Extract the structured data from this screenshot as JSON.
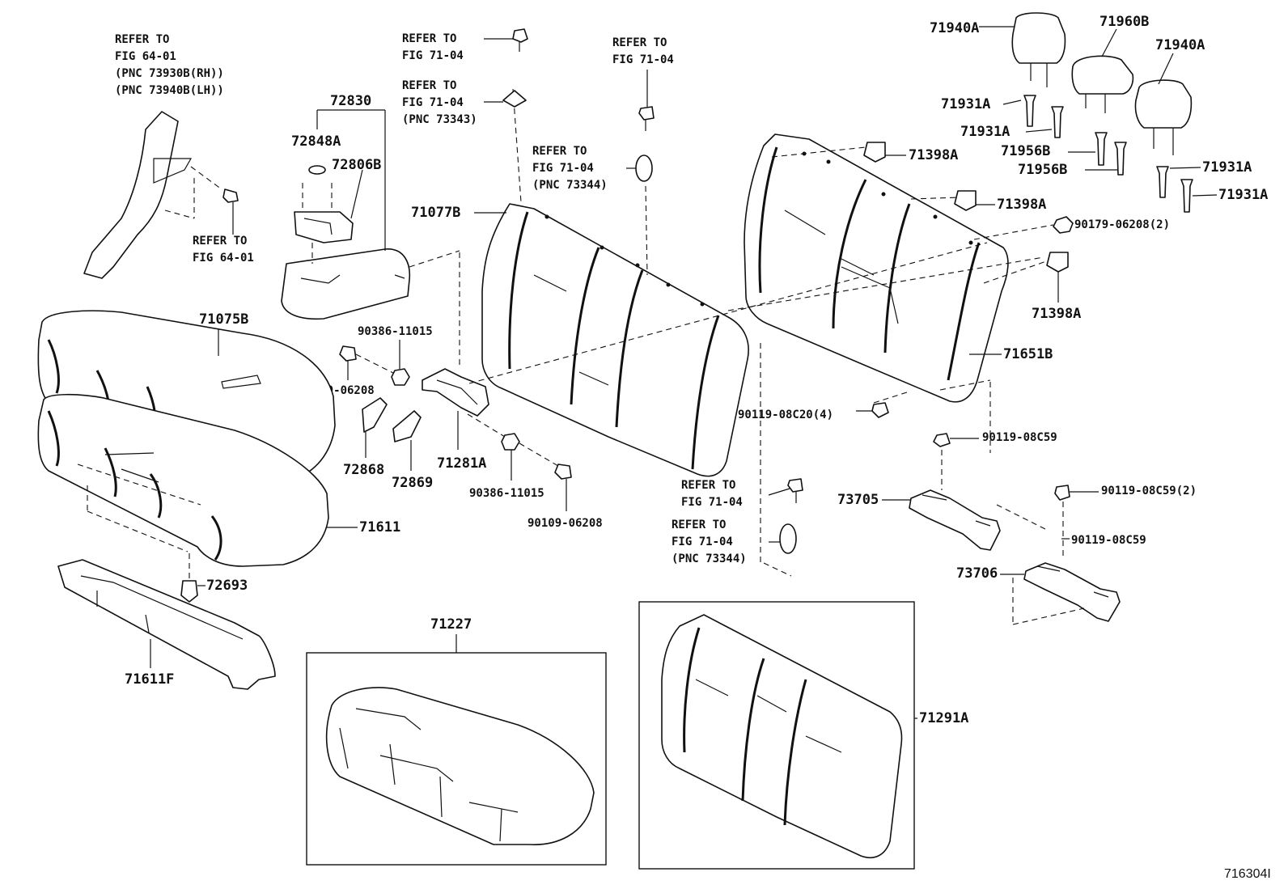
{
  "labels": {
    "p71940A_left": "71940A",
    "p71960B": "71960B",
    "p71940A_right": "71940A",
    "p71931A_a": "71931A",
    "p71931A_b": "71931A",
    "p71956B_a": "71956B",
    "p71956B_b": "71956B",
    "p71931A_c": "71931A",
    "p71931A_d": "71931A",
    "p71398A_a": "71398A",
    "p71398A_b": "71398A",
    "p90179": "90179-06208(2)",
    "p71398A_c": "71398A",
    "p71651B": "71651B",
    "p90119_c20": "90119-08C20(4)",
    "p90119_c59_a": "90119-08C59",
    "p73705": "73705",
    "p90119_c59_2": "90119-08C59(2)",
    "p90119_c59_b": "90119-08C59",
    "p73706": "73706",
    "p72830": "72830",
    "p72848A": "72848A",
    "p72806B": "72806B",
    "p71077B": "71077B",
    "p71075B": "71075B",
    "p90386_a": "90386-11015",
    "p90109_a": "90109-06208",
    "p72868": "72868",
    "p72869": "72869",
    "p71281A": "71281A",
    "p90386_b": "90386-11015",
    "p90109_b": "90109-06208",
    "p71611": "71611",
    "p72693": "72693",
    "p71611F": "71611F",
    "p71227": "71227",
    "p71291A": "71291A"
  },
  "refs": {
    "r_top_left": [
      "REFER TO",
      "FIG 64-01",
      "(PNC 73930B(RH))",
      "(PNC 73940B(LH))"
    ],
    "r_left_mid": [
      "REFER TO",
      "FIG 64-01"
    ],
    "r_bolt_top": [
      "REFER TO",
      "FIG 71-04"
    ],
    "r_pnc_73343": [
      "REFER TO",
      "FIG 71-04",
      "(PNC 73343)"
    ],
    "r_center_top": [
      "REFER TO",
      "FIG 71-04"
    ],
    "r_pnc_73344_a": [
      "REFER TO",
      "FIG 71-04",
      "(PNC 73344)"
    ],
    "r_bottom_bolt": [
      "REFER TO",
      "FIG 71-04"
    ],
    "r_pnc_73344_b": [
      "REFER TO",
      "FIG 71-04",
      "(PNC 73344)"
    ]
  },
  "figure_id": "716304I"
}
